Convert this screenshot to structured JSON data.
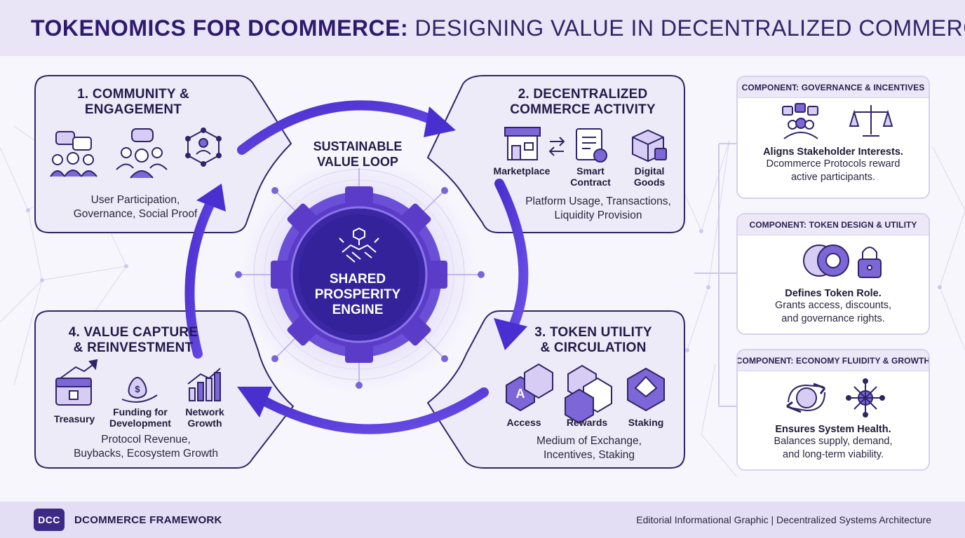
{
  "header": {
    "title_strong": "TOKENOMICS FOR DCOMMERCE:",
    "title_light": "DESIGNING VALUE IN DECENTRALIZED COMMERCE"
  },
  "loop": {
    "label_line1": "SUSTAINABLE",
    "label_line2": "VALUE LOOP",
    "center_line1": "SHARED",
    "center_line2": "PROSPERITY",
    "center_line3": "ENGINE"
  },
  "quadrants": {
    "community": {
      "title_line1": "1. COMMUNITY &",
      "title_line2": "ENGAGEMENT",
      "desc_line1": "User Participation,",
      "desc_line2": "Governance, Social Proof"
    },
    "commerce": {
      "title_line1": "2. DECENTRALIZED",
      "title_line2": "COMMERCE ACTIVITY",
      "icons": [
        "Marketplace",
        "Smart",
        "Contract",
        "Digital",
        "Goods"
      ],
      "desc_line1": "Platform Usage, Transactions,",
      "desc_line2": "Liquidity Provision"
    },
    "utility": {
      "title_line1": "3. TOKEN UTILITY",
      "title_line2": "& CIRCULATION",
      "icons": [
        "Access",
        "Rewards",
        "Staking"
      ],
      "desc_line1": "Medium of Exchange,",
      "desc_line2": "Incentives, Staking"
    },
    "capture": {
      "title_line1": "4. VALUE CAPTURE",
      "title_line2": "& REINVESTMENT",
      "icons": [
        "Treasury",
        "Funding for",
        "Development",
        "Network",
        "Growth"
      ],
      "desc_line1": "Protocol Revenue,",
      "desc_line2": "Buybacks, Ecosystem Growth"
    }
  },
  "panels": [
    {
      "head": "COMPONENT: GOVERNANCE & INCENTIVES",
      "strong": "Aligns Stakeholder Interests.",
      "line1": "Dcommerce Protocols reward",
      "line2": "active participants."
    },
    {
      "head": "COMPONENT: TOKEN DESIGN & UTILITY",
      "strong": "Defines Token Role.",
      "line1": "Grants access, discounts,",
      "line2": "and governance rights."
    },
    {
      "head": "COMPONENT: ECONOMY FLUIDITY & GROWTH",
      "strong": "Ensures System Health.",
      "line1": "Balances supply, demand,",
      "line2": "and long-term viability."
    }
  ],
  "footer": {
    "logo": "DCC",
    "brand": "DCOMMERCE FRAMEWORK",
    "right": "Editorial Informational Graphic | Decentralized Systems Architecture"
  },
  "colors": {
    "accent": "#4a2fb8",
    "accent_dark": "#2e1a6b",
    "panel_fill": "#eeebf8",
    "border": "#2f2566"
  }
}
